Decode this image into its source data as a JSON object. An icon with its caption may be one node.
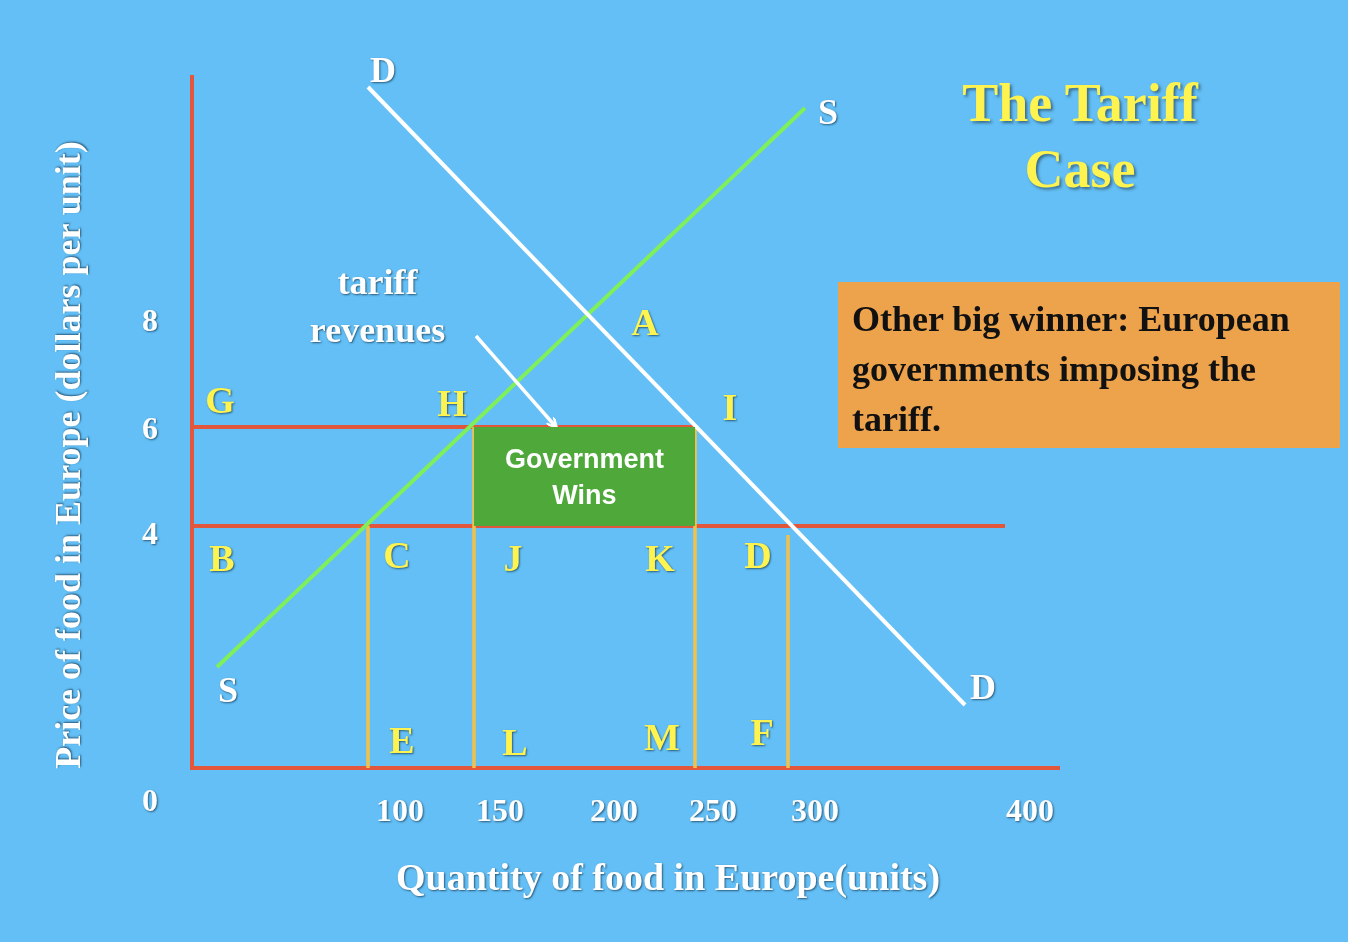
{
  "diagram": {
    "title": "The Tariff Case",
    "nodes": [
      {
        "text": [
          "tariff revenues"
        ]
      },
      {
        "text": [
          "Government Wins"
        ]
      },
      {
        "text": [
          "Other big winner: European governments imposing the tariff."
        ]
      }
    ],
    "edges": [
      {
        "from": 0,
        "to": 1,
        "arrow": "to",
        "color": "#ffffff"
      }
    ],
    "labels": [
      "D",
      "S",
      "8",
      "A",
      "G",
      "H",
      "I",
      "6",
      "4",
      "B",
      "C",
      "J",
      "K",
      "D",
      "S",
      "D",
      "E",
      "L",
      "M",
      "F",
      "0",
      "100",
      "150",
      "200",
      "250",
      "300",
      "400",
      "Price of food in Europe (dollars per unit)",
      "Quantity of food in Europe(units)"
    ]
  }
}
